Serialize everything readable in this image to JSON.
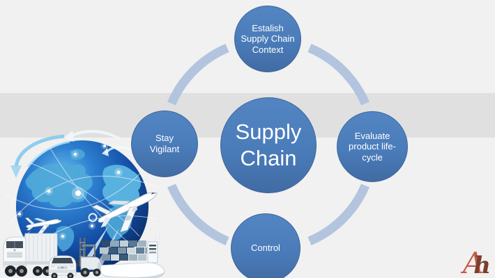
{
  "slide": {
    "background_color": "#f1f1f1",
    "band_color": "#e0e0e0"
  },
  "diagram": {
    "type": "cycle",
    "center_label": "Supply Chain",
    "ring_color": "#b3c4de",
    "node_fill": "#4a7cba",
    "node_text_color": "#ffffff",
    "nodes": [
      {
        "position": "top",
        "label": "Estalish Supply Chain Context"
      },
      {
        "position": "right",
        "label": "Evaluate product life-cycle"
      },
      {
        "position": "bottom",
        "label": "Control"
      },
      {
        "position": "left",
        "label": "Stay Vigilant"
      }
    ]
  },
  "illustration": {
    "name": "global-logistics",
    "elements": [
      "globe-network-icon",
      "curved-arrow-icon",
      "airplane-large-icon",
      "airplane-small-icon",
      "cargo-truck-icon",
      "delivery-van-icon",
      "forklift-icon",
      "container-ship-icon"
    ]
  },
  "logo": {
    "letters": [
      "A",
      "h"
    ],
    "color_a": "#c85a49",
    "color_h": "#7b3e2c"
  }
}
